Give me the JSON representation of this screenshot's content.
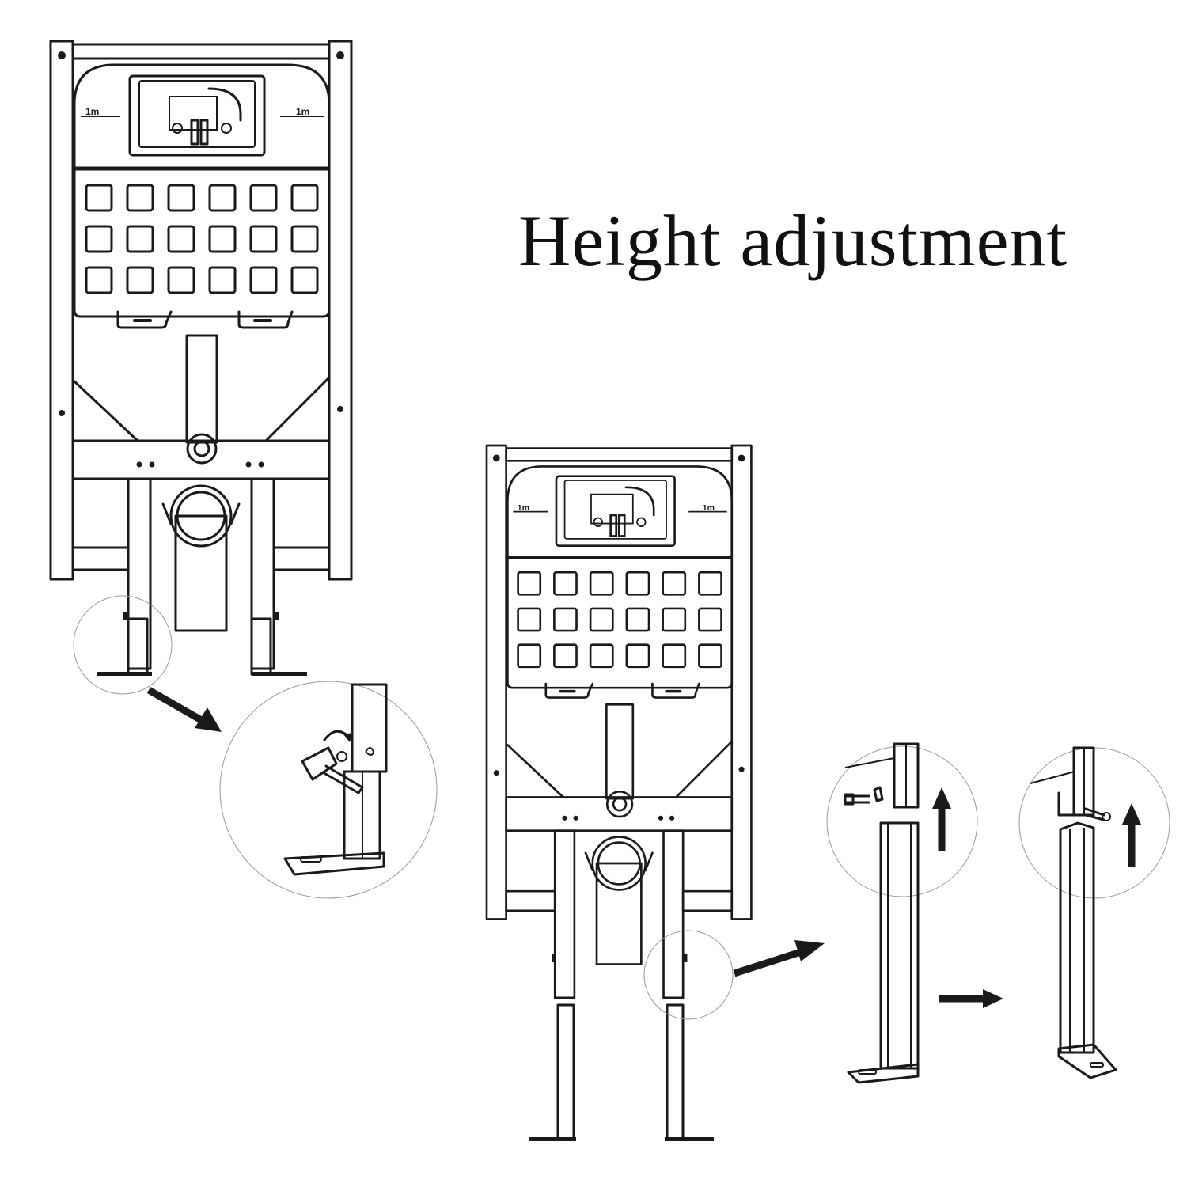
{
  "heading": "Height adjustment",
  "frame_label_left": "1m",
  "frame_label_right": "1m",
  "colors": {
    "line": "#1a1a1a",
    "background": "#ffffff",
    "detail_circle": "#9a9a9a"
  },
  "icons": [
    "arrow-down-right-icon",
    "arrow-right-icon",
    "arrow-up-icon",
    "magnifier-detail-circle"
  ]
}
